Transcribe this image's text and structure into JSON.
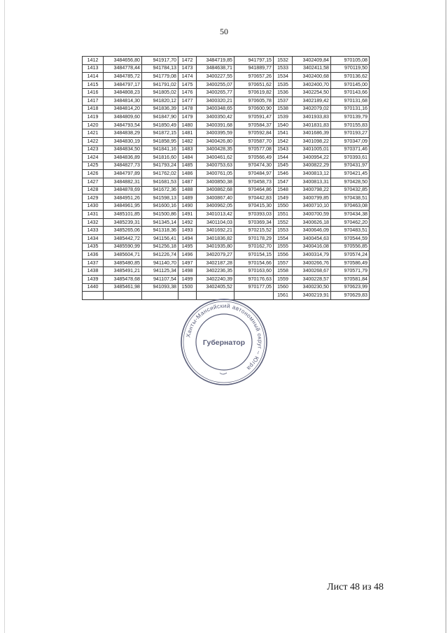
{
  "page_number": "50",
  "table": {
    "rows": [
      [
        [
          "1412",
          "3484656,80",
          "941917,70"
        ],
        [
          "1472",
          "3484719,85",
          "941797,15"
        ],
        [
          "1532",
          "3402409,84",
          "970105,08"
        ]
      ],
      [
        [
          "1413",
          "3484778,44",
          "941784,13"
        ],
        [
          "1473",
          "3484638,71",
          "941889,77"
        ],
        [
          "1533",
          "3402411,58",
          "970119,50"
        ]
      ],
      [
        [
          "1414",
          "3484785,72",
          "941779,08"
        ],
        [
          "1474",
          "3400227,55",
          "970657,26"
        ],
        [
          "1534",
          "3402400,68",
          "970136,62"
        ]
      ],
      [
        [
          "1415",
          "3484797,17",
          "941791,02"
        ],
        [
          "1475",
          "3400255,07",
          "970651,62"
        ],
        [
          "1535",
          "3402400,70",
          "970145,00"
        ]
      ],
      [
        [
          "1416",
          "3484808,23",
          "941805,02"
        ],
        [
          "1476",
          "3400265,77",
          "970619,82"
        ],
        [
          "1536",
          "3402254,50",
          "970143,66"
        ]
      ],
      [
        [
          "1417",
          "3484814,30",
          "941820,12"
        ],
        [
          "1477",
          "3400320,21",
          "970605,78"
        ],
        [
          "1537",
          "3402189,42",
          "970131,68"
        ]
      ],
      [
        [
          "1418",
          "3484814,20",
          "941836,39"
        ],
        [
          "1478",
          "3400348,65",
          "970600,90"
        ],
        [
          "1538",
          "3402079,02",
          "970131,16"
        ]
      ],
      [
        [
          "1419",
          "3484809,60",
          "941847,90"
        ],
        [
          "1479",
          "3400350,42",
          "970591,47"
        ],
        [
          "1539",
          "3401933,83",
          "970139,79"
        ]
      ],
      [
        [
          "1420",
          "3484793,54",
          "941850,49"
        ],
        [
          "1480",
          "3400391,68",
          "970584,37"
        ],
        [
          "1540",
          "3401831,83",
          "970155,83"
        ]
      ],
      [
        [
          "1421",
          "3484838,29",
          "941872,15"
        ],
        [
          "1481",
          "3400395,59",
          "970592,84"
        ],
        [
          "1541",
          "3401686,39",
          "970193,27"
        ]
      ],
      [
        [
          "1422",
          "3484830,19",
          "941858,95"
        ],
        [
          "1482",
          "3400426,80",
          "970587,70"
        ],
        [
          "1542",
          "3401098,22",
          "970347,09"
        ]
      ],
      [
        [
          "1423",
          "3484834,50",
          "941841,16"
        ],
        [
          "1483",
          "3400428,35",
          "970577,08"
        ],
        [
          "1543",
          "3401005,01",
          "970371,46"
        ]
      ],
      [
        [
          "1424",
          "3484836,89",
          "941816,60"
        ],
        [
          "1484",
          "3400461,62",
          "970566,49"
        ],
        [
          "1544",
          "3400954,22",
          "970393,61"
        ]
      ],
      [
        [
          "1425",
          "3484827,73",
          "941793,24"
        ],
        [
          "1485",
          "3400753,63",
          "970474,30"
        ],
        [
          "1545",
          "3400822,29",
          "970431,97"
        ]
      ],
      [
        [
          "1426",
          "3484797,89",
          "941762,02"
        ],
        [
          "1486",
          "3400761,05",
          "970484,97"
        ],
        [
          "1546",
          "3400813,12",
          "970421,45"
        ]
      ],
      [
        [
          "1427",
          "3484882,31",
          "941681,53"
        ],
        [
          "1487",
          "3400850,38",
          "970458,73"
        ],
        [
          "1547",
          "3400813,31",
          "970428,50"
        ]
      ],
      [
        [
          "1428",
          "3484878,69",
          "941672,36"
        ],
        [
          "1488",
          "3400862,68",
          "970464,86"
        ],
        [
          "1548",
          "3400798,22",
          "970432,85"
        ]
      ],
      [
        [
          "1429",
          "3484951,26",
          "941598,13"
        ],
        [
          "1489",
          "3400867,40",
          "970442,83"
        ],
        [
          "1549",
          "3400799,85",
          "970438,51"
        ]
      ],
      [
        [
          "1430",
          "3484961,95",
          "941600,16"
        ],
        [
          "1490",
          "3400962,05",
          "970415,30"
        ],
        [
          "1550",
          "3400710,10",
          "970463,08"
        ]
      ],
      [
        [
          "1431",
          "3485101,85",
          "941500,86"
        ],
        [
          "1491",
          "3401013,42",
          "970393,03"
        ],
        [
          "1551",
          "3400700,59",
          "970434,38"
        ]
      ],
      [
        [
          "1432",
          "3485239,31",
          "941345,14"
        ],
        [
          "1492",
          "3401104,03",
          "970369,34"
        ],
        [
          "1552",
          "3400626,18",
          "970462,20"
        ]
      ],
      [
        [
          "1433",
          "3485265,06",
          "941318,36"
        ],
        [
          "1493",
          "3401692,21",
          "970215,52"
        ],
        [
          "1553",
          "3400646,09",
          "970483,51"
        ]
      ],
      [
        [
          "1434",
          "3485442,72",
          "941156,41"
        ],
        [
          "1494",
          "3401836,82",
          "970178,29"
        ],
        [
          "1554",
          "3400454,63",
          "970544,59"
        ]
      ],
      [
        [
          "1435",
          "3485590,99",
          "941256,18"
        ],
        [
          "1495",
          "3401935,80",
          "970162,70"
        ],
        [
          "1555",
          "3400416,08",
          "970556,85"
        ]
      ],
      [
        [
          "1436",
          "3485604,71",
          "941226,74"
        ],
        [
          "1496",
          "3402079,27",
          "970154,15"
        ],
        [
          "1556",
          "3400314,79",
          "970574,24"
        ]
      ],
      [
        [
          "1437",
          "3485480,85",
          "941140,70"
        ],
        [
          "1497",
          "3402187,28",
          "970154,66"
        ],
        [
          "1557",
          "3400266,76",
          "970586,49"
        ]
      ],
      [
        [
          "1438",
          "3485491,21",
          "941125,34"
        ],
        [
          "1498",
          "3402236,35",
          "970163,60"
        ],
        [
          "1558",
          "3400268,67",
          "970571,79"
        ]
      ],
      [
        [
          "1439",
          "3485478,68",
          "941107,54"
        ],
        [
          "1499",
          "3402240,39",
          "970176,63"
        ],
        [
          "1559",
          "3400228,57",
          "970581,84"
        ]
      ],
      [
        [
          "1440",
          "3485461,98",
          "941093,38"
        ],
        [
          "1500",
          "3402405,52",
          "970177,05"
        ],
        [
          "1560",
          "3400230,50",
          "970623,99"
        ]
      ]
    ],
    "last_row": [
      "1561",
      "3400219,91",
      "970629,83"
    ]
  },
  "seal": {
    "ring_text": "Ханты-Мансийский автономный округ – Югра",
    "center_text": "Губернатор",
    "ink_color": "#5b5f7a"
  },
  "footer": {
    "sheet_label": "Лист 48 из 48"
  }
}
